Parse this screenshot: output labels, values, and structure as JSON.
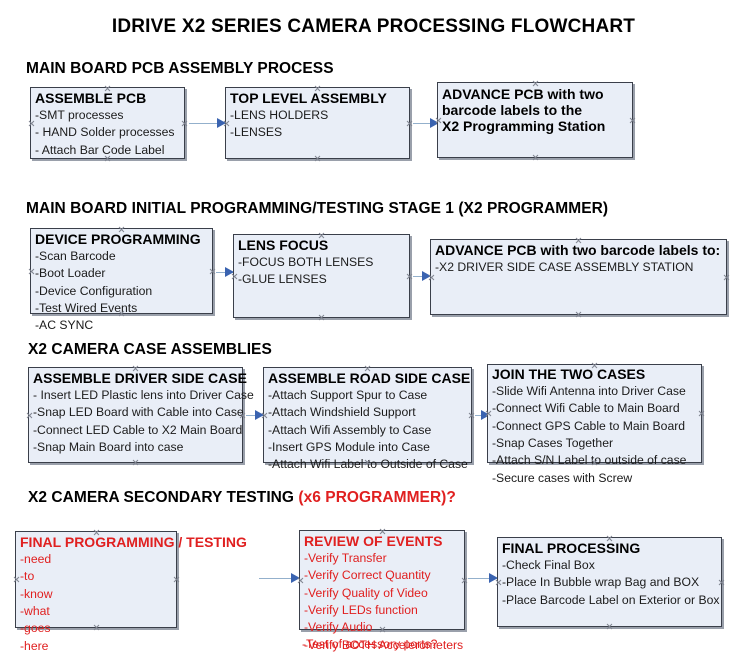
{
  "document": {
    "title": "IDRIVE X2  SERIES CAMERA PROCESSING FLOWCHART"
  },
  "colors": {
    "node_fill": "#e9eef7",
    "node_border": "#3a3f4a",
    "connector_line": "#93b0cc",
    "connector_head": "#3a63b0",
    "accent_red": "#e02020",
    "text": "#000000"
  },
  "sections": [
    {
      "id": "main-board-pcb-assembly",
      "heading": "MAIN BOARD PCB ASSEMBLY PROCESS",
      "heading_accent": "",
      "nodes": [
        {
          "id": "assemble-pcb",
          "header": "ASSEMBLE PCB",
          "items": [
            "-SMT processes",
            "- HAND Solder processes",
            "- Attach Bar Code Label"
          ]
        },
        {
          "id": "top-level-assembly",
          "header": "TOP LEVEL ASSEMBLY",
          "items": [
            "-LENS HOLDERS",
            "-LENSES"
          ]
        },
        {
          "id": "advance-pcb-programming-station",
          "header": "ADVANCE PCB with two",
          "items": [
            "barcode labels to the",
            " X2 Programming Station"
          ]
        }
      ]
    },
    {
      "id": "main-board-initial-programming",
      "heading": "MAIN BOARD INITIAL PROGRAMMING/TESTING STAGE 1 (X2 PROGRAMMER)",
      "heading_accent": "",
      "nodes": [
        {
          "id": "device-programming",
          "header": "DEVICE PROGRAMMING",
          "items": [
            "-Scan Barcode",
            "-Boot Loader",
            "-Device Configuration",
            "-Test Wired Events",
            "-AC SYNC"
          ]
        },
        {
          "id": "lens-focus",
          "header": "LENS FOCUS",
          "items": [
            "-FOCUS BOTH LENSES",
            "-GLUE LENSES"
          ]
        },
        {
          "id": "advance-pcb-driver-side-station",
          "header": "ADVANCE PCB with two barcode labels to:",
          "items": [
            "-X2 DRIVER  SIDE  CASE  ASSEMBLY STATION"
          ]
        }
      ]
    },
    {
      "id": "x2-camera-case-assemblies",
      "heading": "X2 CAMERA CASE ASSEMBLIES",
      "heading_accent": "",
      "nodes": [
        {
          "id": "assemble-driver-side-case",
          "header": "ASSEMBLE DRIVER SIDE CASE",
          "items": [
            "- Insert LED Plastic lens into Driver Case",
            "-Snap LED Board with Cable into Case",
            "-Connect LED Cable to X2 Main Board",
            "-Snap Main Board into case"
          ]
        },
        {
          "id": "assemble-road-side-case",
          "header": "ASSEMBLE ROAD SIDE CASE",
          "items": [
            "-Attach Support Spur to Case",
            "-Attach Windshield Support",
            "-Attach Wifi Assembly to Case",
            "-Insert GPS Module into Case",
            "-Attach Wifi Label to Outside of Case"
          ]
        },
        {
          "id": "join-the-two-cases",
          "header": "JOIN THE TWO CASES",
          "items": [
            "-Slide Wifi Antenna into Driver Case",
            "-Connect Wifi Cable to Main Board",
            "-Connect GPS Cable to Main Board",
            "-Snap Cases Together",
            "-Attach S/N Label to outside of case",
            "-Secure cases with Screw"
          ]
        }
      ]
    },
    {
      "id": "x2-camera-secondary-testing",
      "heading": "X2 CAMERA SECONDARY TESTING ",
      "heading_accent": "(x6 PROGRAMMER)?",
      "nodes": [
        {
          "id": "final-programming-testing",
          "header": "FINAL PROGRAMMING / TESTING",
          "items": [
            "-need",
            "-to",
            "-know",
            "-what",
            "-goes",
            "-here"
          ]
        },
        {
          "id": "review-of-events",
          "header": "REVIEW OF EVENTS",
          "items": [
            "-Verify Transfer",
            "-Verify Correct Quantity",
            "-Verify Quality of Video",
            "-Verify LEDs function",
            "-Verify Audio",
            "-Verify BOTH Accelerometers"
          ],
          "overflow_item": "-Test of accessory ports?"
        },
        {
          "id": "final-processing",
          "header": "FINAL PROCESSING",
          "items": [
            " -Check Final Box",
            "-Place In Bubble wrap Bag and BOX",
            "-Place Barcode Label on Exterior or Box"
          ]
        }
      ]
    }
  ]
}
